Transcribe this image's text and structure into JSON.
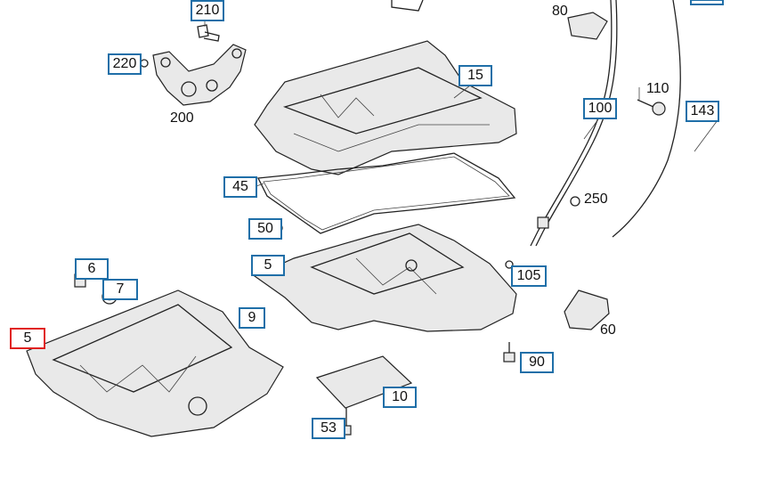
{
  "callouts": {
    "c210": "210",
    "c220": "220",
    "c15": "15",
    "c100": "100",
    "c143": "143",
    "c45": "45",
    "c50": "50",
    "c5_mid": "5",
    "c6": "6",
    "c7": "7",
    "c105": "105",
    "c9": "9",
    "c5_sel": "5",
    "c90": "90",
    "c10": "10",
    "c53": "53"
  },
  "plain_labels": {
    "l200": "200",
    "l80": "80",
    "l110": "110",
    "l250": "250",
    "l60": "60"
  },
  "colors": {
    "callout_border": "#1f6fa8",
    "selected_border": "#e0211f"
  }
}
